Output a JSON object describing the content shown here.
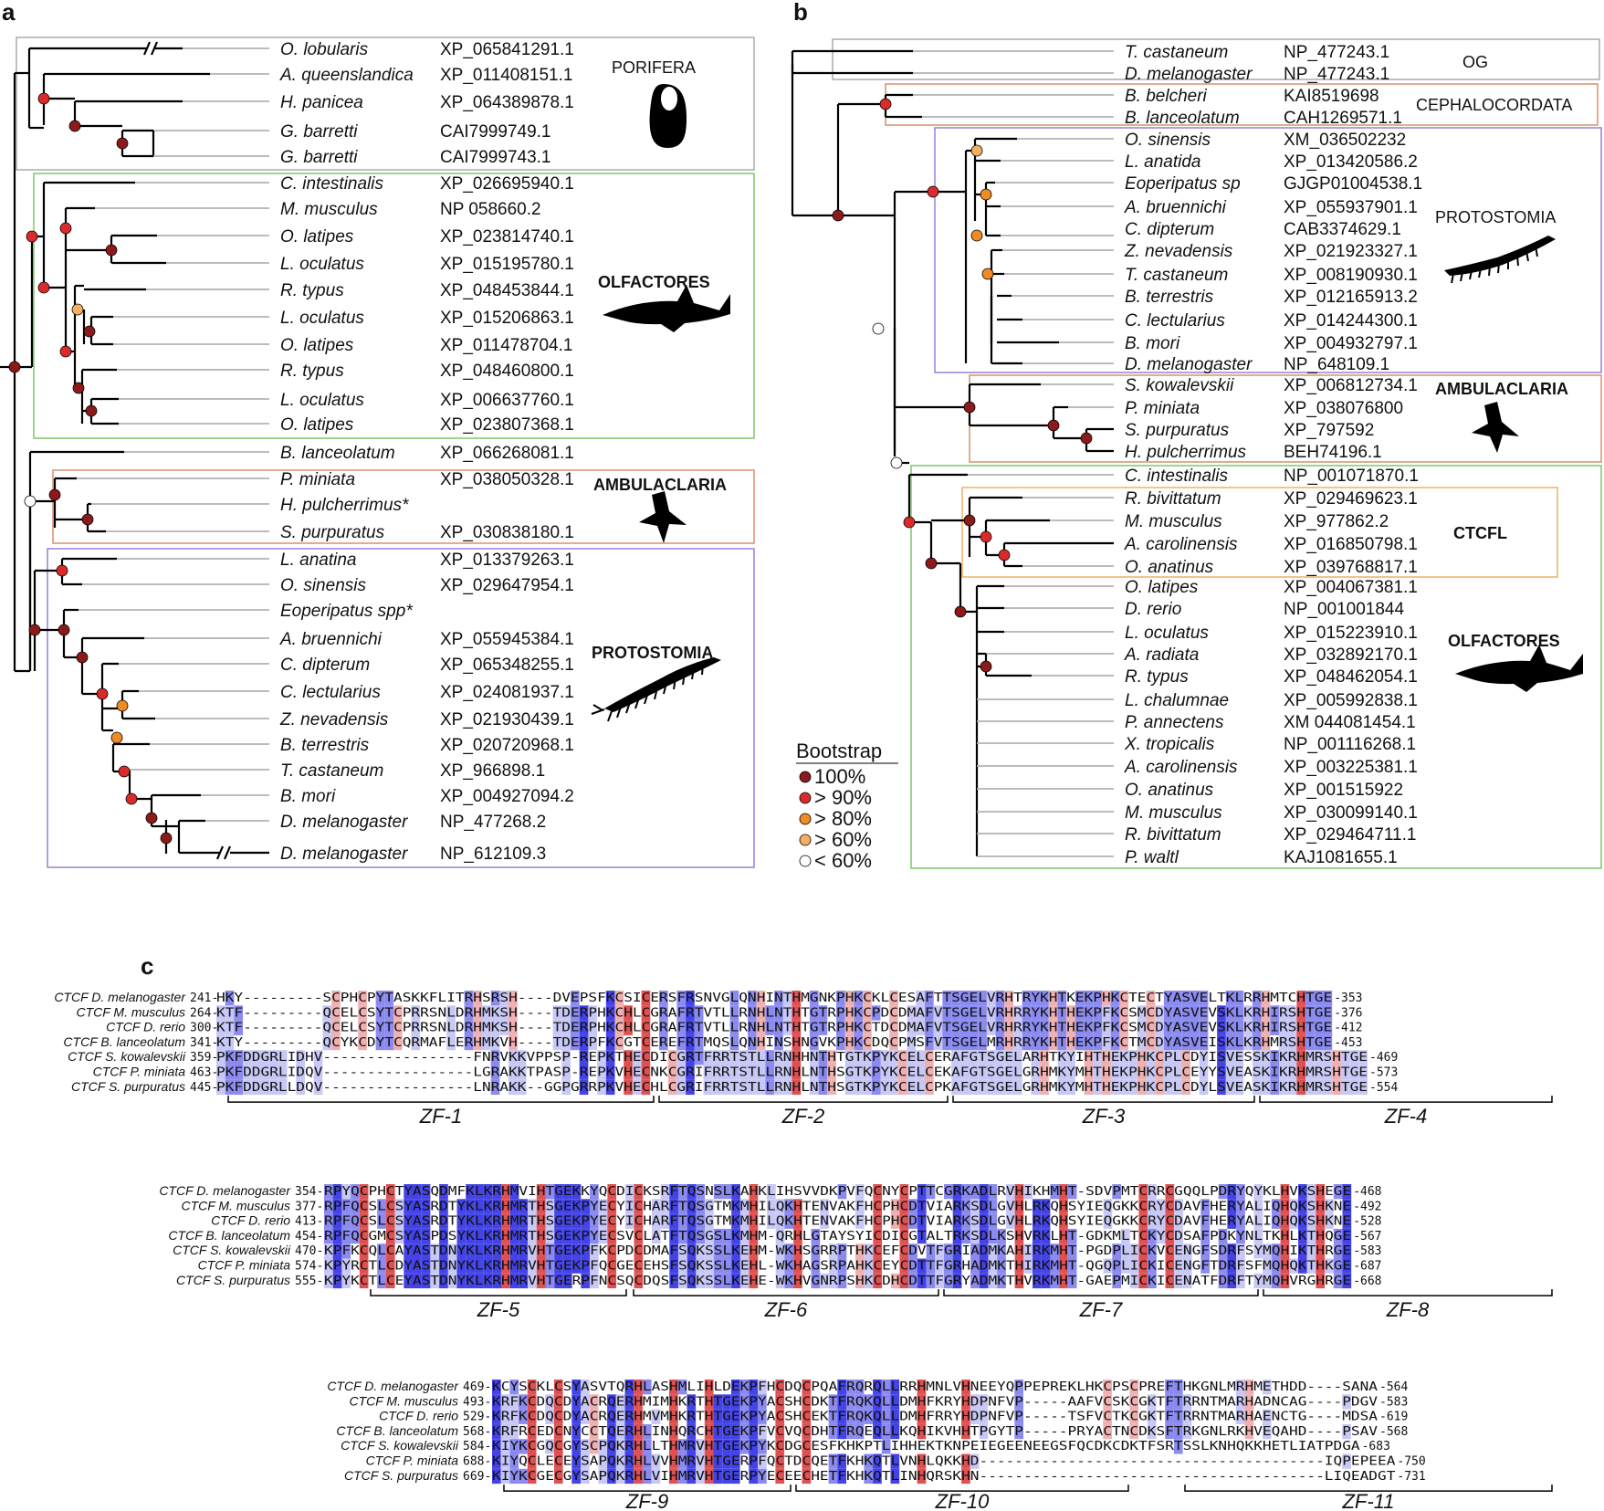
{
  "colors": {
    "node_100": "#8b1a1a",
    "node_90": "#d92b2b",
    "node_80": "#f08a24",
    "node_60": "#f4b060",
    "node_lt60": "#ffffff",
    "box_porifera": "#aaaaaa",
    "box_olfactores": "#7fc66b",
    "box_ambulacraria": "#d7906e",
    "box_protostomia": "#9b7ddb",
    "box_og": "#aaaaaa",
    "box_cephalocordata": "#d7906e",
    "box_ctcfl": "#f0b060",
    "aln_blue_dark": "#4343e8",
    "aln_blue_mid": "#8a8af0",
    "aln_blue_light": "#c8c8f6",
    "aln_red": "#e05050",
    "aln_red_light": "#f0b0b0"
  },
  "panel_a": {
    "label": "a",
    "leaves": [
      {
        "taxon": "O. lobularis",
        "acc": "XP_065841291.1"
      },
      {
        "taxon": "A. queenslandica",
        "acc": "XP_011408151.1"
      },
      {
        "taxon": "H. panicea",
        "acc": "XP_064389878.1"
      },
      {
        "taxon": "G. barretti",
        "acc": "CAI7999749.1"
      },
      {
        "taxon": "G. barretti",
        "acc": "CAI7999743.1"
      },
      {
        "taxon": "C. intestinalis",
        "acc": "XP_026695940.1"
      },
      {
        "taxon": "M. musculus",
        "acc": "NP 058660.2"
      },
      {
        "taxon": "O. latipes",
        "acc": "XP_023814740.1"
      },
      {
        "taxon": "L. oculatus",
        "acc": "XP_015195780.1"
      },
      {
        "taxon": "R. typus",
        "acc": "XP_048453844.1"
      },
      {
        "taxon": "L. oculatus",
        "acc": "XP_015206863.1"
      },
      {
        "taxon": "O. latipes",
        "acc": "XP_011478704.1"
      },
      {
        "taxon": "R. typus",
        "acc": "XP_048460800.1"
      },
      {
        "taxon": "L. oculatus",
        "acc": "XP_006637760.1"
      },
      {
        "taxon": "O. latipes",
        "acc": "XP_023807368.1"
      },
      {
        "taxon": "B. lanceolatum",
        "acc": "XP_066268081.1"
      },
      {
        "taxon": "P. miniata",
        "acc": "XP_038050328.1"
      },
      {
        "taxon": "H. pulcherrimus*",
        "acc": ""
      },
      {
        "taxon": "S. purpuratus",
        "acc": "XP_030838180.1"
      },
      {
        "taxon": "L. anatina",
        "acc": "XP_013379263.1"
      },
      {
        "taxon": "O. sinensis",
        "acc": "XP_029647954.1"
      },
      {
        "taxon": "Eoperipatus spp*",
        "acc": ""
      },
      {
        "taxon": "A. bruennichi",
        "acc": "XP_055945384.1"
      },
      {
        "taxon": "C. dipterum",
        "acc": "XP_065348255.1"
      },
      {
        "taxon": "C. lectularius",
        "acc": "XP_024081937.1"
      },
      {
        "taxon": "Z. nevadensis",
        "acc": "XP_021930439.1"
      },
      {
        "taxon": "B.  terrestris",
        "acc": "XP_020720968.1"
      },
      {
        "taxon": "T.  castaneum",
        "acc": "XP_966898.1"
      },
      {
        "taxon": "B. mori",
        "acc": "XP_004927094.2"
      },
      {
        "taxon": "D. melanogaster",
        "acc": "NP_477268.2"
      },
      {
        "taxon": "D. melanogaster",
        "acc": "NP_612109.3"
      }
    ],
    "groups": {
      "porifera": "PORIFERA",
      "olfactores": "OLFACTORES",
      "ambulacraria": "AMBULACLARIA",
      "protostomia": "PROTOSTOMIA"
    }
  },
  "panel_b": {
    "label": "b",
    "leaves": [
      {
        "taxon": "T. castaneum",
        "acc": "NP_477243.1"
      },
      {
        "taxon": "D. melanogaster",
        "acc": "NP_477243.1"
      },
      {
        "taxon": "B. belcheri",
        "acc": "KAI8519698"
      },
      {
        "taxon": "B. lanceolatum",
        "acc": "CAH1269571.1"
      },
      {
        "taxon": "O. sinensis",
        "acc": "XM_036502232"
      },
      {
        "taxon": "L. anatida",
        "acc": "XP_013420586.2"
      },
      {
        "taxon": "Eoperipatus sp",
        "acc": "GJGP01004538.1"
      },
      {
        "taxon": "A. bruennichi",
        "acc": "XP_055937901.1"
      },
      {
        "taxon": "C. dipterum",
        "acc": "CAB3374629.1"
      },
      {
        "taxon": "Z. nevadensis",
        "acc": "XP_021923327.1"
      },
      {
        "taxon": "T. castaneum",
        "acc": "XP_008190930.1"
      },
      {
        "taxon": "B. terrestris",
        "acc": "XP_012165913.2"
      },
      {
        "taxon": "C. lectularius",
        "acc": "XP_014244300.1"
      },
      {
        "taxon": "B. mori",
        "acc": "XP_004932797.1"
      },
      {
        "taxon": "D. melanogaster",
        "acc": "NP_648109.1"
      },
      {
        "taxon": "S. kowalevskii",
        "acc": "XP_006812734.1"
      },
      {
        "taxon": "P. miniata",
        "acc": "XP_038076800"
      },
      {
        "taxon": "S. purpuratus",
        "acc": "XP_797592"
      },
      {
        "taxon": "H. pulcherrimus",
        "acc": "BEH74196.1"
      },
      {
        "taxon": "C. intestinalis",
        "acc": "NP_001071870.1"
      },
      {
        "taxon": "R. bivittatum",
        "acc": "XP_029469623.1"
      },
      {
        "taxon": "M. musculus",
        "acc": "XP_977862.2"
      },
      {
        "taxon": "A. carolinensis",
        "acc": "XP_016850798.1"
      },
      {
        "taxon": "O. anatinus",
        "acc": "XP_039768817.1"
      },
      {
        "taxon": "O. latipes",
        "acc": "XP_004067381.1"
      },
      {
        "taxon": "D. rerio",
        "acc": "NP_001001844"
      },
      {
        "taxon": "L. oculatus",
        "acc": "XP_015223910.1"
      },
      {
        "taxon": "A. radiata",
        "acc": "XP_032892170.1"
      },
      {
        "taxon": "R. typus",
        "acc": "XP_048462054.1"
      },
      {
        "taxon": "L. chalumnae",
        "acc": "XP_005992838.1"
      },
      {
        "taxon": "P. annectens",
        "acc": "XM 044081454.1"
      },
      {
        "taxon": "X. tropicalis",
        "acc": "NP_001116268.1"
      },
      {
        "taxon": "A. carolinensis",
        "acc": "XP_003225381.1"
      },
      {
        "taxon": "O. anatinus",
        "acc": "XP_001515922"
      },
      {
        "taxon": "M. musculus",
        "acc": "XP_030099140.1"
      },
      {
        "taxon": "R. bivittatum",
        "acc": "XP_029464711.1"
      },
      {
        "taxon": "P. waltl",
        "acc": "KAJ1081655.1"
      }
    ],
    "groups": {
      "og": "OG",
      "cephalocordata": "CEPHALOCORDATA",
      "protostomia": "PROTOSTOMIA",
      "ambulacraria": "AMBULACLARIA",
      "ctcfl": "CTCFL",
      "olfactores": "OLFACTORES"
    },
    "legend": {
      "title": "Bootstrap",
      "items": [
        "100%",
        "> 90%",
        "> 80%",
        "> 60%",
        "< 60%"
      ]
    }
  },
  "panel_c": {
    "label": "c",
    "blocks": [
      {
        "rows": [
          {
            "name": "CTCF D. melanogaster",
            "start": "241-",
            "seq": "HKY---------SCPHCPYTASKKFLITRHSRSH----DVEPSFKCSICERSFRSNVGLQNHINTHMGNKPHKCKLCESAFTTSGELVRHTRYKHTKEKPHKCTECTYASVELTKLRRHMTCHTGE",
            "end": "-353"
          },
          {
            "name": "CTCF M. musculus",
            "start": "264-",
            "seq": "KTF---------QCELCSYTCPRRSNLDRHMKSH----TDERPHKCHLCGRAFRTVTLLRNHLNTHTGTRPHKCPDCDMAFVTSGELVRHRRYKHTHEKPFKCSMCDYASVEVSKLKRHIRSHTGE",
            "end": "-376"
          },
          {
            "name": "CTCF D. rerio",
            "start": "300-",
            "seq": "KTF---------QCELCSYTCPRRSNLDRHMKSH----TDERPHKCHLCGRAFRTVTLLRNHLNTHTGTRPHKCTDCDMAFVTSGELVRHRRYKHTHEKPFKCSMCDYASVEVSKLKRHIRSHTGE",
            "end": "-412"
          },
          {
            "name": "CTCF B. lanceolatum",
            "start": "341-",
            "seq": "KTY---------QCYKCDYTCQRMAFLERHMKVH----TDERPFKCGTCEREFRTMQSLQNHINSHNGVKPHKCDQCPMSFVTSGELMRHRRYKHTHEKPFKCTMCDYASVEISKLKRHMRSHTGE",
            "end": "-453"
          },
          {
            "name": "CTCF S. kowalevskii",
            "start": "359-",
            "seq": "PKFDDGRLIDHV-----------------FNRVKKVPPSP-REPKTHECDICGRTFRRTSTLLRNHHNTHTGTKPYKCELCERAFGTSGELARHTKYIHTHEKPHKCPLCDYISVESSKIKRHMRSHTGE",
            "end": "-469"
          },
          {
            "name": "CTCF P. miniata",
            "start": "463-",
            "seq": "PKFDDGRLIDQV-----------------LGRAKKTPASP-REPKVHECNKCGRIFRRTSTLLRNHLNTHSGTKPYKCELCEKAFGTSGELGRHMKYMHTHEKPHKCPLCEYYSVEASKIKRHMRSHTGE",
            "end": "-573"
          },
          {
            "name": "CTCF S. purpuratus",
            "start": "445-",
            "seq": "PKFDDGRLLDQV-----------------LNRAKK--GGPGRRPKVHECHLCGRIFRRTSTLLRNHLNTHSGTKPYKCELCPKAFGTSGELGRHMKYMHTHEKPHKCPLCDYLSVEASKIKRHMRSHTGE",
            "end": "-554"
          }
        ],
        "zf": [
          "ZF-1",
          "ZF-2",
          "ZF-3",
          "ZF-4"
        ]
      },
      {
        "rows": [
          {
            "name": "CTCF D. melanogaster",
            "start": "354-",
            "seq": "RPYQCPHCTYASQDMFKLKRHMVIHTGEKKYQCDICKSRFTQSNSLKAHKLIHSVVDKPVFQCNYCPTTCGRKADLRVHIKHMHT-SDVPMTCRRCGQQLPDRYQYKLHVKSHEGE",
            "end": "-468"
          },
          {
            "name": "CTCF M. musculus",
            "start": "377-",
            "seq": "RPFQCSLCSYASRDTYKLKRHMRTHSGEKPYECYICHARFTQSGTMKMHILQKHTENVAKFHCPHCDTVIARKSDLGVHLRKQHSYIEQGKKCRYCDAVFHERYALIQHQKSHKNE",
            "end": "-492"
          },
          {
            "name": "CTCF D. rerio",
            "start": "413-",
            "seq": "RPFQCSLCSYASRDTYKLKRHMRTHSGEKPYECYICHARFTQSGTMKMHILQKHTENVAKFHCPHCDTVIARKSDLGVHLRKQHSYIEQGKKCRYCDAVFHERYALIQHQKSHKNE",
            "end": "-528"
          },
          {
            "name": "CTCF B. lanceolatum",
            "start": "454-",
            "seq": "RPFQCGMCSYASPDSYKLKRHMRTHSGEKPYECSVCLATFTQSGSLKMHM-QRHLGTAYSYICDICGTALTRKSDLKSHVRKLHT-GDKMLTCKYCDSAFPDKYNLTKHLKTHQGE",
            "end": "-567"
          },
          {
            "name": "CTCF S. kowalevskii",
            "start": "470-",
            "seq": "KPFKCQLCAYASTDNYKLKRHMRVHTGEKPFKCPDCDMAFSQKSSLKEHM-WKHSGRRPTHKCEFCDVTFGRIADMKAHIRKMHT-PGDPLICKVCENGFSDRFSYMQHIKTHRGE",
            "end": "-583"
          },
          {
            "name": "CTCF P. miniata",
            "start": "574-",
            "seq": "KPYRCTLCDYASTDNYKLKRHMRVHTGEKPFQCGECEHSFSQKSSLKEHL-WKHAGSRPAHKCEYCDTTFGRHADMKTHIRKMHT-QGQPLICKICENGFTDRFSFMQHQKTHKGE",
            "end": "-687"
          },
          {
            "name": "CTCF S. purpuratus",
            "start": "555-",
            "seq": "KPYKCTLCEYASTDNYKLKRHMRVHTGERPFNCSQCDQSFSQKSSLKEHE-WKHVGNRPSHKCDHCDTTFGRYADMKTHVRKMHT-GAEPMICKICENATFDRFTYMQHVRGHRGE",
            "end": "-668"
          }
        ],
        "zf": [
          "ZF-5",
          "ZF-6",
          "ZF-7",
          "ZF-8"
        ]
      },
      {
        "rows": [
          {
            "name": "CTCF D. melanogaster",
            "start": "469-",
            "seq": "KCYSCKLCSYASVTQRHLASHMLIHLDEKPFHCDQCPQAFRQRQLLRRHMNLVHNEEYQPPEPREKLHKCPSCPREFTHKGNLMRHMETHDD----SANA",
            "end": "-564"
          },
          {
            "name": "CTCF M. musculus",
            "start": "493-",
            "seq": "KRFKCDQCDYACRQERHMIMHKRTHTGEKPYACSHCDKTFRQKQLLDMHFKRYHDPNFVP-----AAFVCSKCGKTFTRRNTMARHADNCAG----PDGV",
            "end": "-583"
          },
          {
            "name": "CTCF D. rerio",
            "start": "529-",
            "seq": "KRFKCDQCDYACRQERHMVMHKRTHTGEKPYACSHCEKTFRQKQLLDMHFRRYHDPNFVP-----TSFVCTKCGKTFTRRNTMARHAENCTG----MDSA",
            "end": "-619"
          },
          {
            "name": "CTCF B. lanceolatum",
            "start": "568-",
            "seq": "KRFRCEDCNYCCTQERHLINHQRCHTGEKPFVCVQCDHTFRQEQLLKQHIKVHHTPGYTP-----PRYACTNCDKSFTRKGNLRKHVEQAHD----PSAV",
            "end": "-568"
          },
          {
            "name": "CTCF S. kowalevskii",
            "start": "584-",
            "seq": "KIYKCGQCGYSCPQKRHLLTHMRVHTGEKPYKCDGCESFKHKPTLIHHEKTKNPEIEGEENEEGSFQCDKCDKTFSRTSSLKNHQKKHETLIATPDGA",
            "end": "-683"
          },
          {
            "name": "CTCF P. miniata",
            "start": "688-",
            "seq": "KIYQCLECEYSAPQKRHLVVHMRVHTGERPFQCTDCQETFKHKQTLVNHLQKKHD---------------------------------------IQPEPEEA",
            "end": "-750"
          },
          {
            "name": "CTCF S. purpuratus",
            "start": "669-",
            "seq": "KIYKCGECGYSAPQKRHLVIHMRVHTGERPYECEECHETFKHKQTLINHQRSKHN---------------------------------------LIQEADGT",
            "end": "-731"
          }
        ],
        "zf": [
          "ZF-9",
          "ZF-10",
          "ZF-11"
        ]
      }
    ]
  }
}
